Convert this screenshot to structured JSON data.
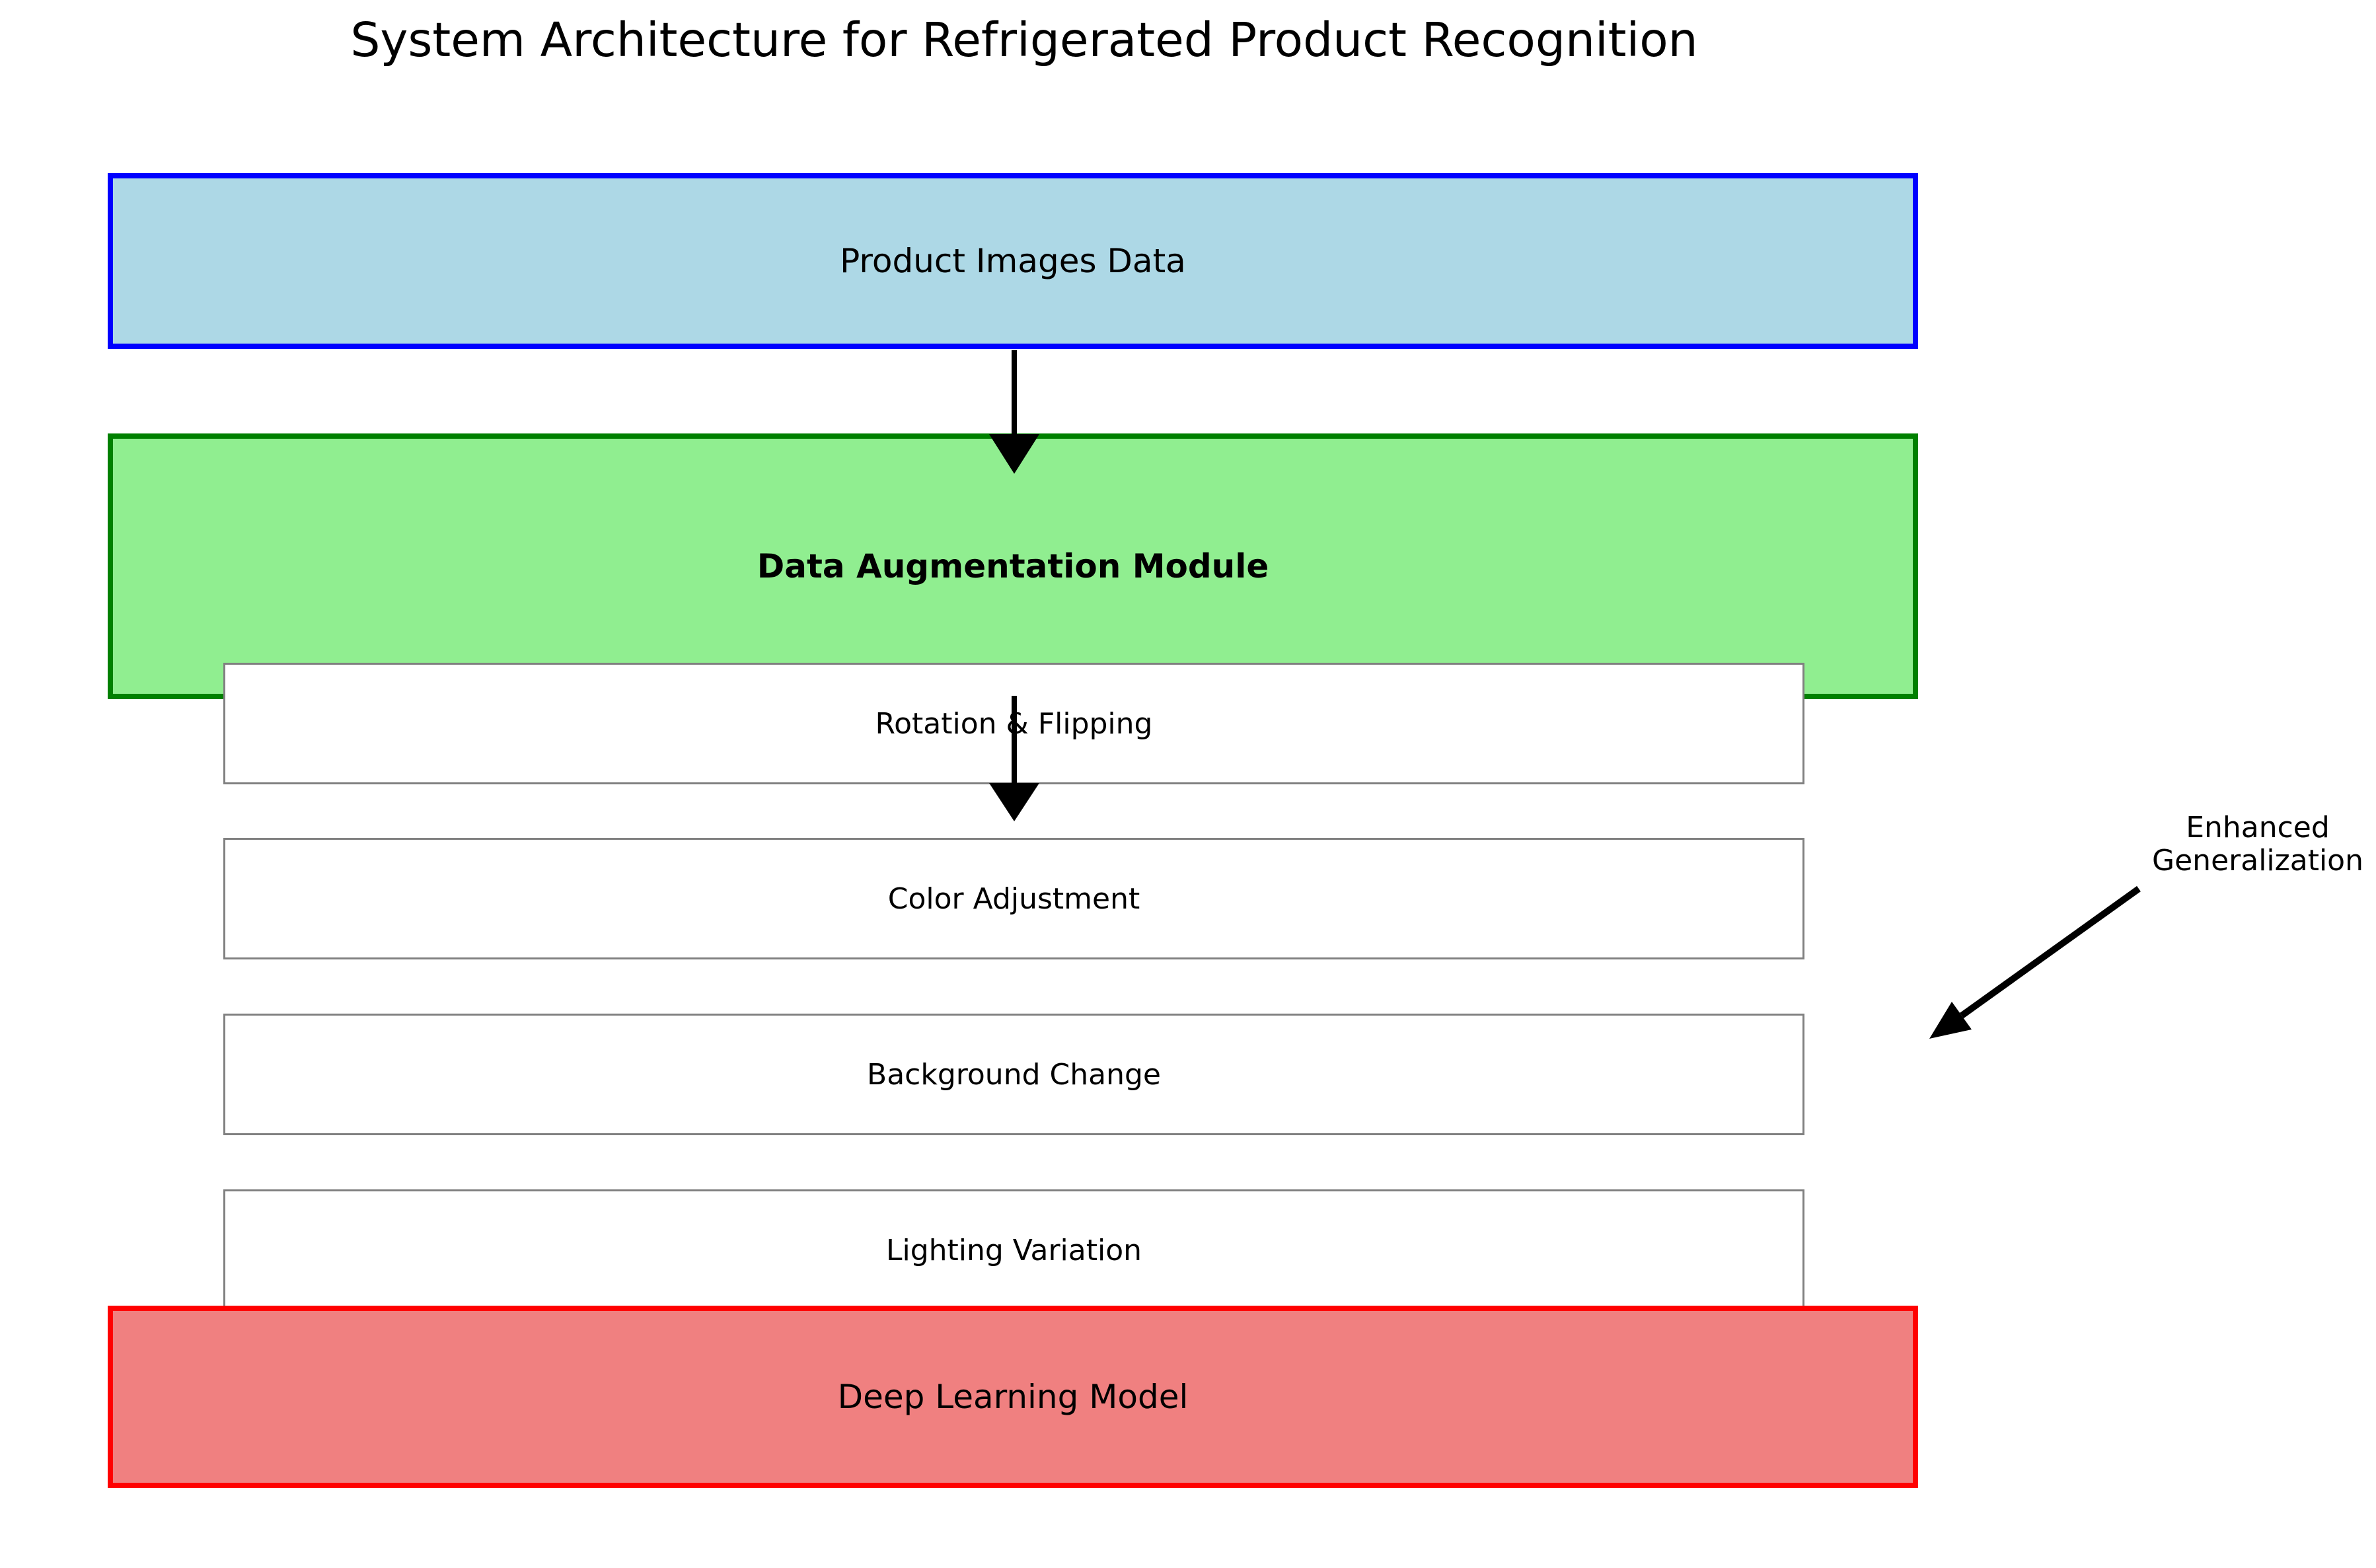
{
  "title": "System Architecture for Refrigerated Product Recognition",
  "colors": {
    "background": "#FFFFFF",
    "text": "#000000",
    "input_fill": "#ADD8E6",
    "input_border": "#0000FF",
    "augmentation_fill": "#90EE90",
    "augmentation_border": "#008000",
    "step_fill": "#FFFFFF",
    "step_border": "#808080",
    "model_fill": "#F08080",
    "model_border": "#FF0000",
    "arrow": "#000000"
  },
  "nodes": {
    "input": {
      "label": "Product Images Data"
    },
    "augmentation": {
      "label": "Data Augmentation Module"
    },
    "steps": [
      {
        "label": "Rotation & Flipping"
      },
      {
        "label": "Color Adjustment"
      },
      {
        "label": "Background Change"
      },
      {
        "label": "Lighting Variation"
      }
    ],
    "model": {
      "label": "Deep Learning Model"
    }
  },
  "annotation": {
    "label": "Enhanced Generalization"
  },
  "arrows": [
    {
      "name": "input-to-augmentation",
      "direction": "down"
    },
    {
      "name": "augmentation-to-model",
      "direction": "down"
    },
    {
      "name": "enhanced-generalization-pointer",
      "direction": "down-left"
    }
  ]
}
